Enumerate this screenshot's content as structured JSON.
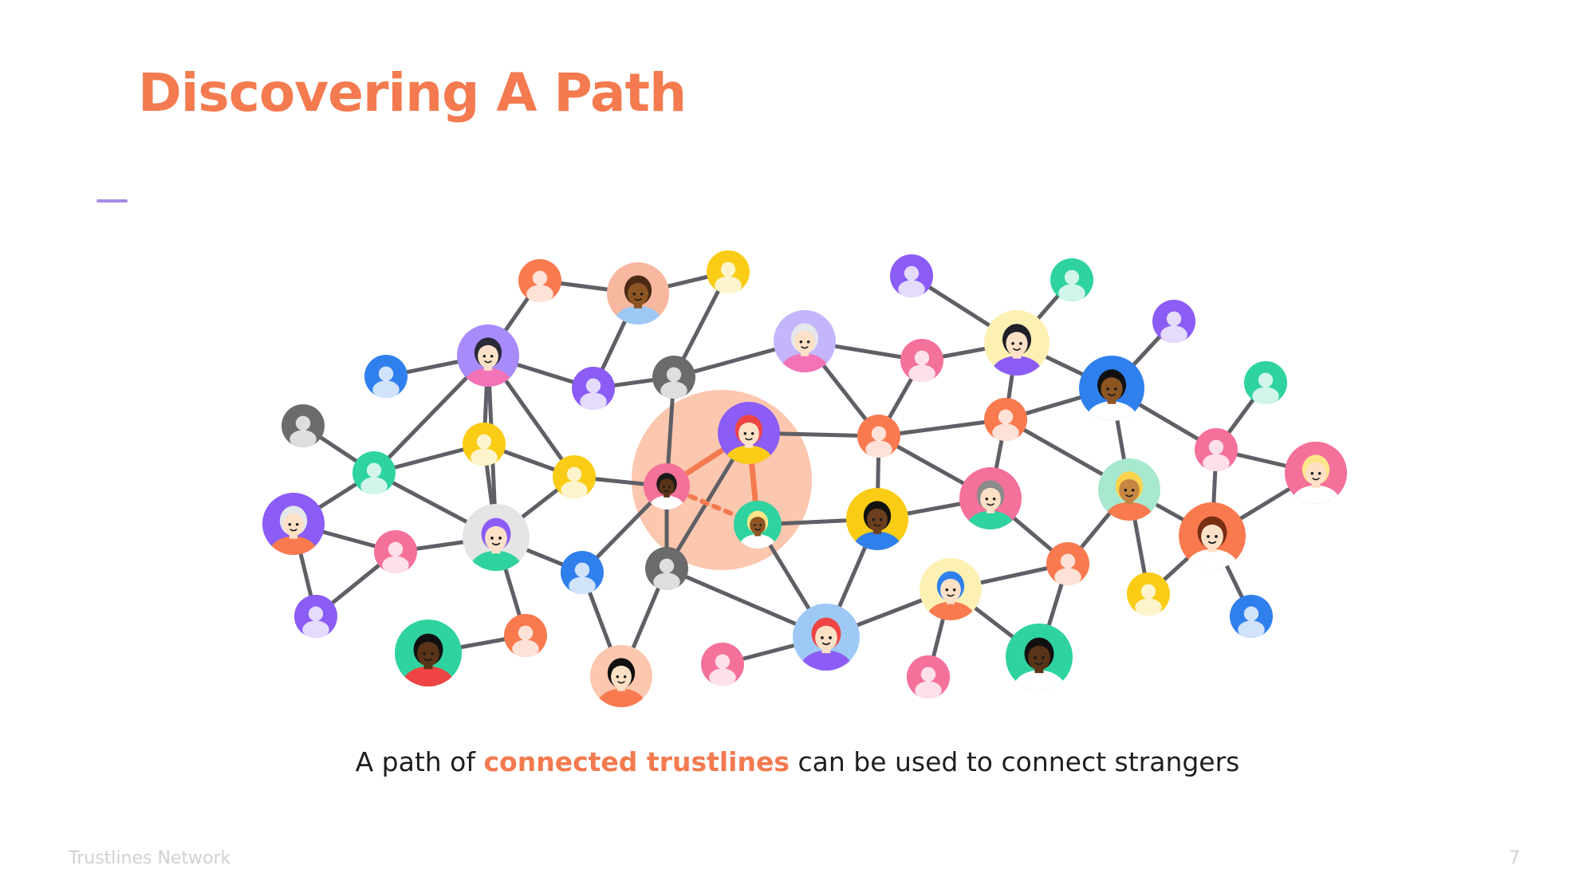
{
  "slide": {
    "title": "Discovering A Path",
    "caption_before": "A path of ",
    "caption_highlight": "connected trustlines",
    "caption_after": " can be used to connect strangers",
    "footer_brand": "Trustlines Network",
    "page_number": "7"
  },
  "colors": {
    "accent": "#f47a4f",
    "divider": "#a58ce6",
    "edge": "#5f5f66",
    "path_edge": "#f47a4f",
    "highlight_disc": "#fbc7ae",
    "text": "#1e1e1e",
    "footer": "#d0d0d0"
  },
  "network": {
    "nodes": [
      {
        "id": "n1",
        "avatar": "face",
        "bg": "#f8b8a0",
        "skin": "#8d5524",
        "hair": "#4a2a14",
        "shirt": "#9ec9f5"
      },
      {
        "id": "n2",
        "avatar": "face",
        "bg": "#a78bfa",
        "skin": "#fde1c7",
        "hair": "#2a2a3a",
        "shirt": "#f472b6"
      },
      {
        "id": "n3",
        "avatar": "face",
        "bg": "#c4b5fd",
        "skin": "#fde1c7",
        "hair": "#e5e7eb",
        "shirt": "#f472b6"
      },
      {
        "id": "n4",
        "avatar": "face",
        "bg": "#fdf0b3",
        "skin": "#fde1c7",
        "hair": "#1f1f2a",
        "shirt": "#8b5cf6"
      },
      {
        "id": "n5",
        "avatar": "face",
        "bg": "#2f80ed",
        "skin": "#8d5524",
        "hair": "#111111",
        "shirt": "#ffffff"
      },
      {
        "id": "n6",
        "avatar": "face",
        "bg": "#f4719a",
        "skin": "#fde1c7",
        "hair": "#fcd34d",
        "shirt": "#ffffff"
      },
      {
        "id": "n7",
        "avatar": "face",
        "bg": "#8b5cf6",
        "skin": "#fde1c7",
        "hair": "#ef4444",
        "shirt": "#facc15"
      },
      {
        "id": "n8",
        "avatar": "face",
        "bg": "#f4719a",
        "skin": "#5a3418",
        "hair": "#1a1a1a",
        "shirt": "#ffffff"
      },
      {
        "id": "n9",
        "avatar": "face",
        "bg": "#2ed3a0",
        "skin": "#8d5524",
        "hair": "#fde68a",
        "shirt": "#ffffff"
      },
      {
        "id": "n10",
        "avatar": "face",
        "bg": "#facc15",
        "skin": "#6b3f1d",
        "hair": "#111111",
        "shirt": "#2f80ed"
      },
      {
        "id": "n11",
        "avatar": "face",
        "bg": "#f4719a",
        "skin": "#fde1c7",
        "hair": "#8b8b8b",
        "shirt": "#2ed3a0"
      },
      {
        "id": "n12",
        "avatar": "face",
        "bg": "#a7e8cf",
        "skin": "#c68642",
        "hair": "#fcd34d",
        "shirt": "#f97a4f"
      },
      {
        "id": "n13",
        "avatar": "face",
        "bg": "#f97a4f",
        "skin": "#fde1c7",
        "hair": "#7a2e12",
        "shirt": "#ffffff"
      },
      {
        "id": "n14",
        "avatar": "face",
        "bg": "#f4719a",
        "skin": "#fde1c7",
        "hair": "#fde68a",
        "shirt": "#ffffff"
      },
      {
        "id": "n15",
        "avatar": "face",
        "bg": "#8b5cf6",
        "skin": "#fde1c7",
        "hair": "#e5e7eb",
        "shirt": "#f97a4f"
      },
      {
        "id": "n16",
        "avatar": "face",
        "bg": "#e5e5e5",
        "skin": "#fde1c7",
        "hair": "#8b5cf6",
        "shirt": "#2ed3a0"
      },
      {
        "id": "n17",
        "avatar": "face",
        "bg": "#fdf0b3",
        "skin": "#fde1c7",
        "hair": "#2f80ed",
        "shirt": "#f97a4f"
      },
      {
        "id": "n18",
        "avatar": "face",
        "bg": "#2ed3a0",
        "skin": "#5a3418",
        "hair": "#111111",
        "shirt": "#ef4444"
      },
      {
        "id": "n19",
        "avatar": "face",
        "bg": "#fbc7ae",
        "skin": "#fde1c7",
        "hair": "#111111",
        "shirt": "#f97a4f"
      },
      {
        "id": "n20",
        "avatar": "face",
        "bg": "#9ec9f5",
        "skin": "#fde1c7",
        "hair": "#ef4444",
        "shirt": "#8b5cf6"
      },
      {
        "id": "n21",
        "avatar": "face",
        "bg": "#2ed3a0",
        "skin": "#5a3418",
        "hair": "#111111",
        "shirt": "#ffffff"
      },
      {
        "id": "g1",
        "avatar": "silhouette",
        "bg": "#f97a4f"
      },
      {
        "id": "g2",
        "avatar": "silhouette",
        "bg": "#facc15"
      },
      {
        "id": "g3",
        "avatar": "silhouette",
        "bg": "#2f80ed"
      },
      {
        "id": "g4",
        "avatar": "silhouette",
        "bg": "#8b5cf6"
      },
      {
        "id": "g5",
        "avatar": "silhouette",
        "bg": "#6b6b6b"
      },
      {
        "id": "g6",
        "avatar": "silhouette",
        "bg": "#6b6b6b"
      },
      {
        "id": "g7",
        "avatar": "silhouette",
        "bg": "#2ed3a0"
      },
      {
        "id": "g8",
        "avatar": "silhouette",
        "bg": "#facc15"
      },
      {
        "id": "g9",
        "avatar": "silhouette",
        "bg": "#facc15"
      },
      {
        "id": "g10",
        "avatar": "silhouette",
        "bg": "#f4719a"
      },
      {
        "id": "g11",
        "avatar": "silhouette",
        "bg": "#8b5cf6"
      },
      {
        "id": "g12",
        "avatar": "silhouette",
        "bg": "#2f80ed"
      },
      {
        "id": "g13",
        "avatar": "silhouette",
        "bg": "#6b6b6b"
      },
      {
        "id": "g14",
        "avatar": "silhouette",
        "bg": "#f97a4f"
      },
      {
        "id": "g15",
        "avatar": "silhouette",
        "bg": "#f4719a"
      },
      {
        "id": "g16",
        "avatar": "silhouette",
        "bg": "#f4719a"
      },
      {
        "id": "g17",
        "avatar": "silhouette",
        "bg": "#8b5cf6"
      },
      {
        "id": "g18",
        "avatar": "silhouette",
        "bg": "#2ed3a0"
      },
      {
        "id": "g19",
        "avatar": "silhouette",
        "bg": "#f97a4f"
      },
      {
        "id": "g20",
        "avatar": "silhouette",
        "bg": "#f4719a"
      },
      {
        "id": "g21",
        "avatar": "silhouette",
        "bg": "#f97a4f"
      },
      {
        "id": "g22",
        "avatar": "silhouette",
        "bg": "#8b5cf6"
      },
      {
        "id": "g23",
        "avatar": "silhouette",
        "bg": "#2ed3a0"
      },
      {
        "id": "g24",
        "avatar": "silhouette",
        "bg": "#f4719a"
      },
      {
        "id": "g25",
        "avatar": "silhouette",
        "bg": "#f97a4f"
      },
      {
        "id": "g26",
        "avatar": "silhouette",
        "bg": "#facc15"
      },
      {
        "id": "g27",
        "avatar": "silhouette",
        "bg": "#2f80ed"
      },
      {
        "id": "g28",
        "avatar": "silhouette",
        "bg": "#f4719a"
      }
    ],
    "edges": [
      [
        "g1",
        "n1"
      ],
      [
        "g1",
        "n2"
      ],
      [
        "n1",
        "g2"
      ],
      [
        "n1",
        "g4"
      ],
      [
        "n2",
        "g3"
      ],
      [
        "n2",
        "n16"
      ],
      [
        "n2",
        "g4"
      ],
      [
        "n2",
        "g7"
      ],
      [
        "n2",
        "g9"
      ],
      [
        "n2",
        "g8"
      ],
      [
        "g5",
        "g7"
      ],
      [
        "g7",
        "g8"
      ],
      [
        "g7",
        "n15"
      ],
      [
        "g7",
        "n16"
      ],
      [
        "n15",
        "g10"
      ],
      [
        "n15",
        "g11"
      ],
      [
        "g10",
        "g11"
      ],
      [
        "g10",
        "n16"
      ],
      [
        "g8",
        "n16"
      ],
      [
        "g8",
        "g9"
      ],
      [
        "n16",
        "g9"
      ],
      [
        "n16",
        "g14"
      ],
      [
        "n16",
        "g12"
      ],
      [
        "g14",
        "n18"
      ],
      [
        "g2",
        "g6"
      ],
      [
        "g4",
        "g6"
      ],
      [
        "g6",
        "n3"
      ],
      [
        "g6",
        "n8"
      ],
      [
        "g9",
        "n8"
      ],
      [
        "g12",
        "n8"
      ],
      [
        "g12",
        "n19"
      ],
      [
        "g13",
        "n19"
      ],
      [
        "n8",
        "g13"
      ],
      [
        "n7",
        "g13"
      ],
      [
        "n7",
        "g19"
      ],
      [
        "n9",
        "n10"
      ],
      [
        "n9",
        "n20"
      ],
      [
        "g13",
        "n20"
      ],
      [
        "g15",
        "n20"
      ],
      [
        "n20",
        "n10"
      ],
      [
        "n20",
        "n17"
      ],
      [
        "n10",
        "g19"
      ],
      [
        "n10",
        "n11"
      ],
      [
        "n3",
        "g16"
      ],
      [
        "n3",
        "g19"
      ],
      [
        "g16",
        "g19"
      ],
      [
        "g16",
        "n4"
      ],
      [
        "n4",
        "g17"
      ],
      [
        "n4",
        "g18"
      ],
      [
        "n4",
        "n5"
      ],
      [
        "n4",
        "g21"
      ],
      [
        "g19",
        "g21"
      ],
      [
        "g19",
        "n11"
      ],
      [
        "g21",
        "n5"
      ],
      [
        "g21",
        "n12"
      ],
      [
        "g21",
        "n11"
      ],
      [
        "n5",
        "g22"
      ],
      [
        "n5",
        "n12"
      ],
      [
        "n5",
        "g24"
      ],
      [
        "n11",
        "g25"
      ],
      [
        "n17",
        "g25"
      ],
      [
        "n17",
        "g28"
      ],
      [
        "n17",
        "n21"
      ],
      [
        "g25",
        "n21"
      ],
      [
        "g25",
        "n12"
      ],
      [
        "n12",
        "g26"
      ],
      [
        "n12",
        "n13"
      ],
      [
        "g24",
        "n14"
      ],
      [
        "g24",
        "g23"
      ],
      [
        "g24",
        "n13"
      ],
      [
        "n13",
        "n14"
      ],
      [
        "n13",
        "g26"
      ],
      [
        "n13",
        "g27"
      ]
    ],
    "path_edges": [
      [
        "n8",
        "n7"
      ],
      [
        "n7",
        "n9"
      ]
    ],
    "dashed_edges": [
      [
        "n8",
        "n9"
      ]
    ]
  }
}
